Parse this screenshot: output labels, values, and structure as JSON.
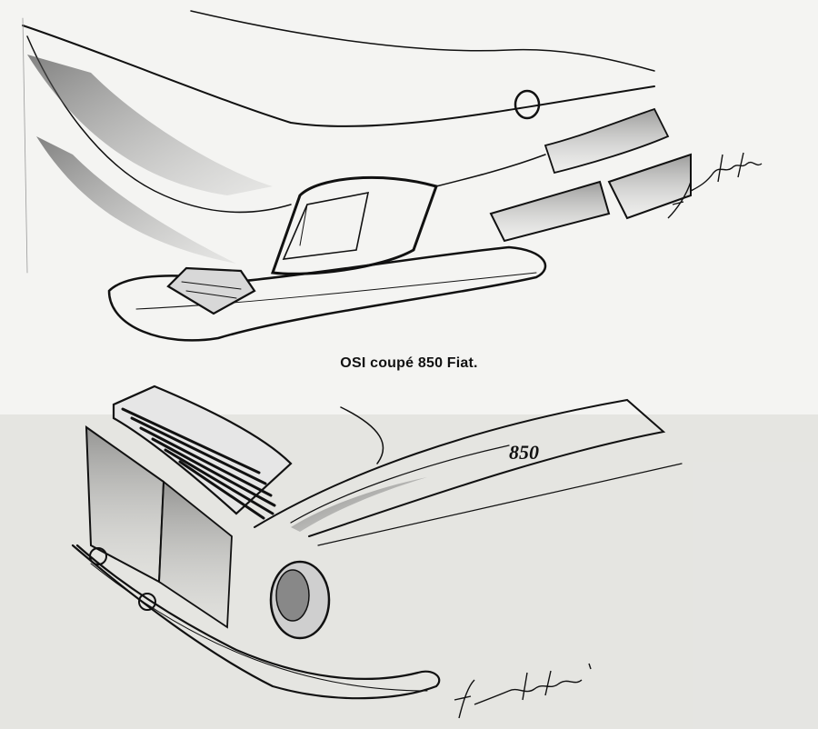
{
  "caption": "OSI coupé 850 Fiat.",
  "signatures": [
    "ferrabochi",
    "ferraboschi"
  ],
  "badge_text": "850",
  "colors": {
    "ink": "#111111",
    "paper": "#f4f4f2",
    "shade": "#6b6b6b"
  }
}
